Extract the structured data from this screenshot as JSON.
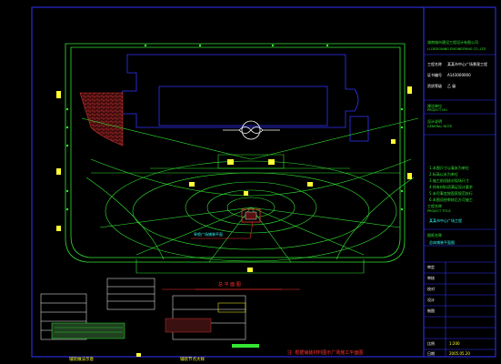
{
  "drawing": {
    "colors": {
      "background": "#000000",
      "border": "#3333ff",
      "plaza_lines": "#33e633",
      "structures": "#3333ff",
      "markers": "#ffff33",
      "paving_hatch": "#c03030",
      "labels": "#ff3333",
      "detail_lines": "#ffffff"
    },
    "plan_title": "总 平 面 图",
    "bottom_note": "注: 根据铺装材料图示广场施工平面图",
    "detail_left_label": "铺装做法示意",
    "detail_right_label": "铺装节点大样",
    "plaza_label": "旱喷广场铺装平面"
  },
  "title_block": {
    "company_cn": "湖南城市建设工程设计有限公司",
    "company_en": "LI DESIGNING ENGINEERING CO.,LTD",
    "rows": [
      {
        "k": "工程名称",
        "v": "某某市中心广场景观工程"
      },
      {
        "k": "证书编号",
        "v": "A143000000"
      },
      {
        "k": "资质等级",
        "v": "乙 级"
      }
    ],
    "section_label": "建设单位",
    "section_sub": "PROJECT NO.",
    "notes_heading": "设计说明",
    "notes_sub": "GENERAL NOTE",
    "notes": [
      "1.本图尺寸以毫米为单位",
      "2.标高以米为单位",
      "3.施工前须核对现场尺寸",
      "4.所有材料须满足设计要求",
      "5.未尽事宜按国家规范执行",
      "6.本图须经审核后方可施工"
    ],
    "project_label": "工程名称",
    "project_sub": "PROJECT TITLE",
    "project_name": "某某市中心广场工程",
    "drawing_label": "图纸名称",
    "drawing_name": "总体铺装平面图",
    "sign_rows": [
      "审定",
      "审核",
      "校对",
      "设计",
      "制图"
    ],
    "scale_label": "比例",
    "scale": "1:200",
    "date_label": "日期",
    "date": "2005.05.20"
  }
}
